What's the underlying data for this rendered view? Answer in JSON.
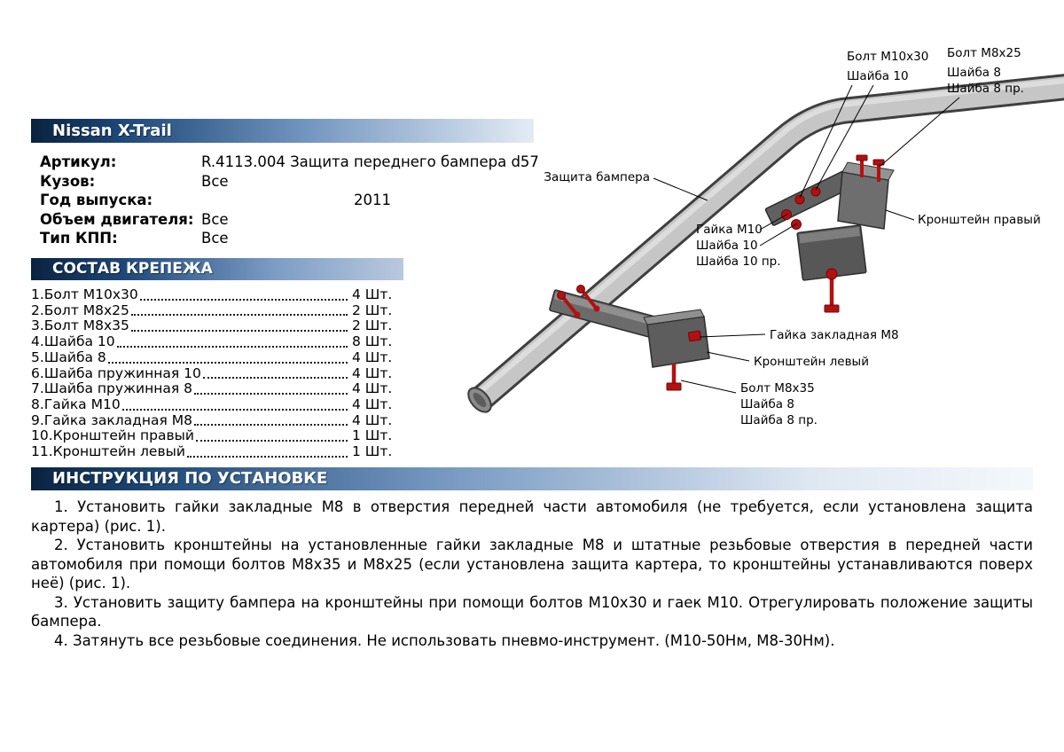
{
  "header": {
    "title": "Nissan X-Trail"
  },
  "specs": {
    "rows": [
      {
        "label": "Артикул:",
        "value": "R.4113.004 Защита переднего бампера d57"
      },
      {
        "label": "Кузов:",
        "value": "Все"
      },
      {
        "label": "Год выпуска:",
        "value": "2011"
      },
      {
        "label": "Объем двигателя:",
        "value": "Все"
      },
      {
        "label": "Тип КПП:",
        "value": "Все"
      }
    ]
  },
  "parts": {
    "title": "СОСТАВ КРЕПЕЖА",
    "items": [
      {
        "num": "1.",
        "name": "Болт М10х30",
        "qty": "4 Шт."
      },
      {
        "num": "2.",
        "name": "Болт М8х25",
        "qty": "2 Шт."
      },
      {
        "num": "3.",
        "name": "Болт М8х35",
        "qty": "2 Шт."
      },
      {
        "num": "4.",
        "name": "Шайба 10",
        "qty": "8 Шт."
      },
      {
        "num": "5.",
        "name": "Шайба 8",
        "qty": "4 Шт."
      },
      {
        "num": "6.",
        "name": "Шайба пружинная 10",
        "qty": "4 Шт."
      },
      {
        "num": "7.",
        "name": "Шайба пружинная 8",
        "qty": "4 Шт."
      },
      {
        "num": "8.",
        "name": "Гайка М10",
        "qty": "4 Шт."
      },
      {
        "num": "9.",
        "name": "Гайка закладная М8",
        "qty": "4 Шт."
      },
      {
        "num": "10.",
        "name": "Кронштейн правый",
        "qty": "1 Шт."
      },
      {
        "num": "11.",
        "name": "Кронштейн левый",
        "qty": "1 Шт."
      }
    ]
  },
  "instructions": {
    "title": "ИНСТРУКЦИЯ ПО УСТАНОВКЕ",
    "paragraphs": [
      "1. Установить гайки закладные М8 в отверстия передней части автомобиля (не требуется, если установлена защита картера) (рис. 1).",
      "2. Установить кронштейны на установленные гайки закладные М8 и штатные резьбовые отверстия в передней части автомобиля при помощи болтов М8х35 и М8х25 (если установлена защита картера, то кронштейны устанавливаются поверх неё) (рис. 1).",
      "3. Установить защиту бампера на кронштейны при помощи болтов М10х30 и гаек М10. Отрегулировать положение защиты бампера.",
      "4. Затянуть все резьбовые соединения. Не использовать пневмо-инструмент. (М10-50Нм, М8-30Нм)."
    ]
  },
  "diagram": {
    "labels": {
      "bolt_m10x30": "Болт М10х30",
      "washer_10_top": "Шайба 10",
      "bolt_m8x25": "Болт М8х25",
      "washer_8_top": "Шайба 8",
      "washer_8_spring_top": "Шайба 8 пр.",
      "bumper_guard": "Защита бампера",
      "nut_m10": "Гайка М10",
      "washer_10_mid": "Шайба 10",
      "washer_10_spring": "Шайба 10 пр.",
      "bracket_right": "Кронштейн правый",
      "anchor_nut_m8": "Гайка закладная М8",
      "bracket_left": "Кронштейн левый",
      "bolt_m8x35": "Болт М8х35",
      "washer_8_bottom": "Шайба 8",
      "washer_8_spring_bottom": "Шайба 8 пр."
    }
  },
  "colors": {
    "bar_gradient_dark": "#0a2240",
    "bar_gradient_light": "#e4ecf5",
    "accent_red": "#b51010",
    "tube_gray": "#c6c6c6"
  }
}
